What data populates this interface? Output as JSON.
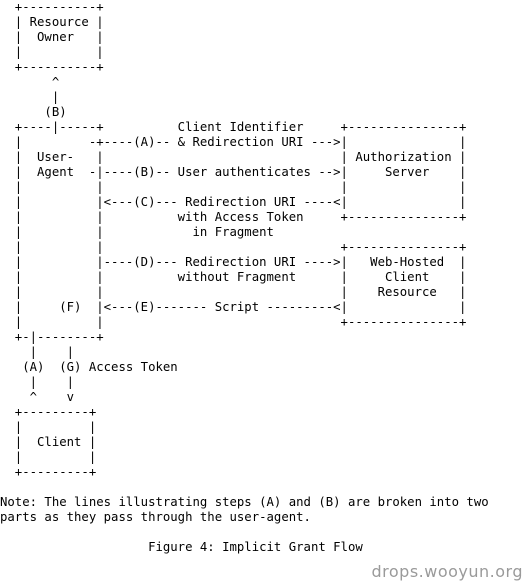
{
  "diagram": {
    "ascii_lines": [
      "  +----------+",
      "  | Resource |",
      "  |  Owner   |",
      "  |          |",
      "  +----------+",
      "       ^",
      "       |",
      "      (B)",
      "  +----|-----+          Client Identifier     +---------------+",
      "  |         -+----(A)-- & Redirection URI --->|               |",
      "  |  User-   |                                | Authorization |",
      "  |  Agent  -|----(B)-- User authenticates -->|     Server    |",
      "  |          |                                |               |",
      "  |          |<---(C)--- Redirection URI ----<|               |",
      "  |          |          with Access Token     +---------------+",
      "  |          |            in Fragment",
      "  |          |                                +---------------+",
      "  |          |----(D)--- Redirection URI ---->|   Web-Hosted  |",
      "  |          |          without Fragment      |     Client    |",
      "  |          |                                |    Resource   |",
      "  |     (F)  |<---(E)------- Script ---------<|               |",
      "  |          |                                +---------------+",
      "  +-|--------+",
      "    |    |",
      "   (A)  (G) Access Token",
      "    |    |",
      "    ^    v",
      "  +---------+",
      "  |         |",
      "  |  Client |",
      "  |         |",
      "  +---------+",
      "",
      "Note: The lines illustrating steps (A) and (B) are broken into two",
      "parts as they pass through the user-agent.",
      "",
      "                    Figure 4: Implicit Grant Flow"
    ]
  },
  "watermark": "drops.wooyun.org"
}
